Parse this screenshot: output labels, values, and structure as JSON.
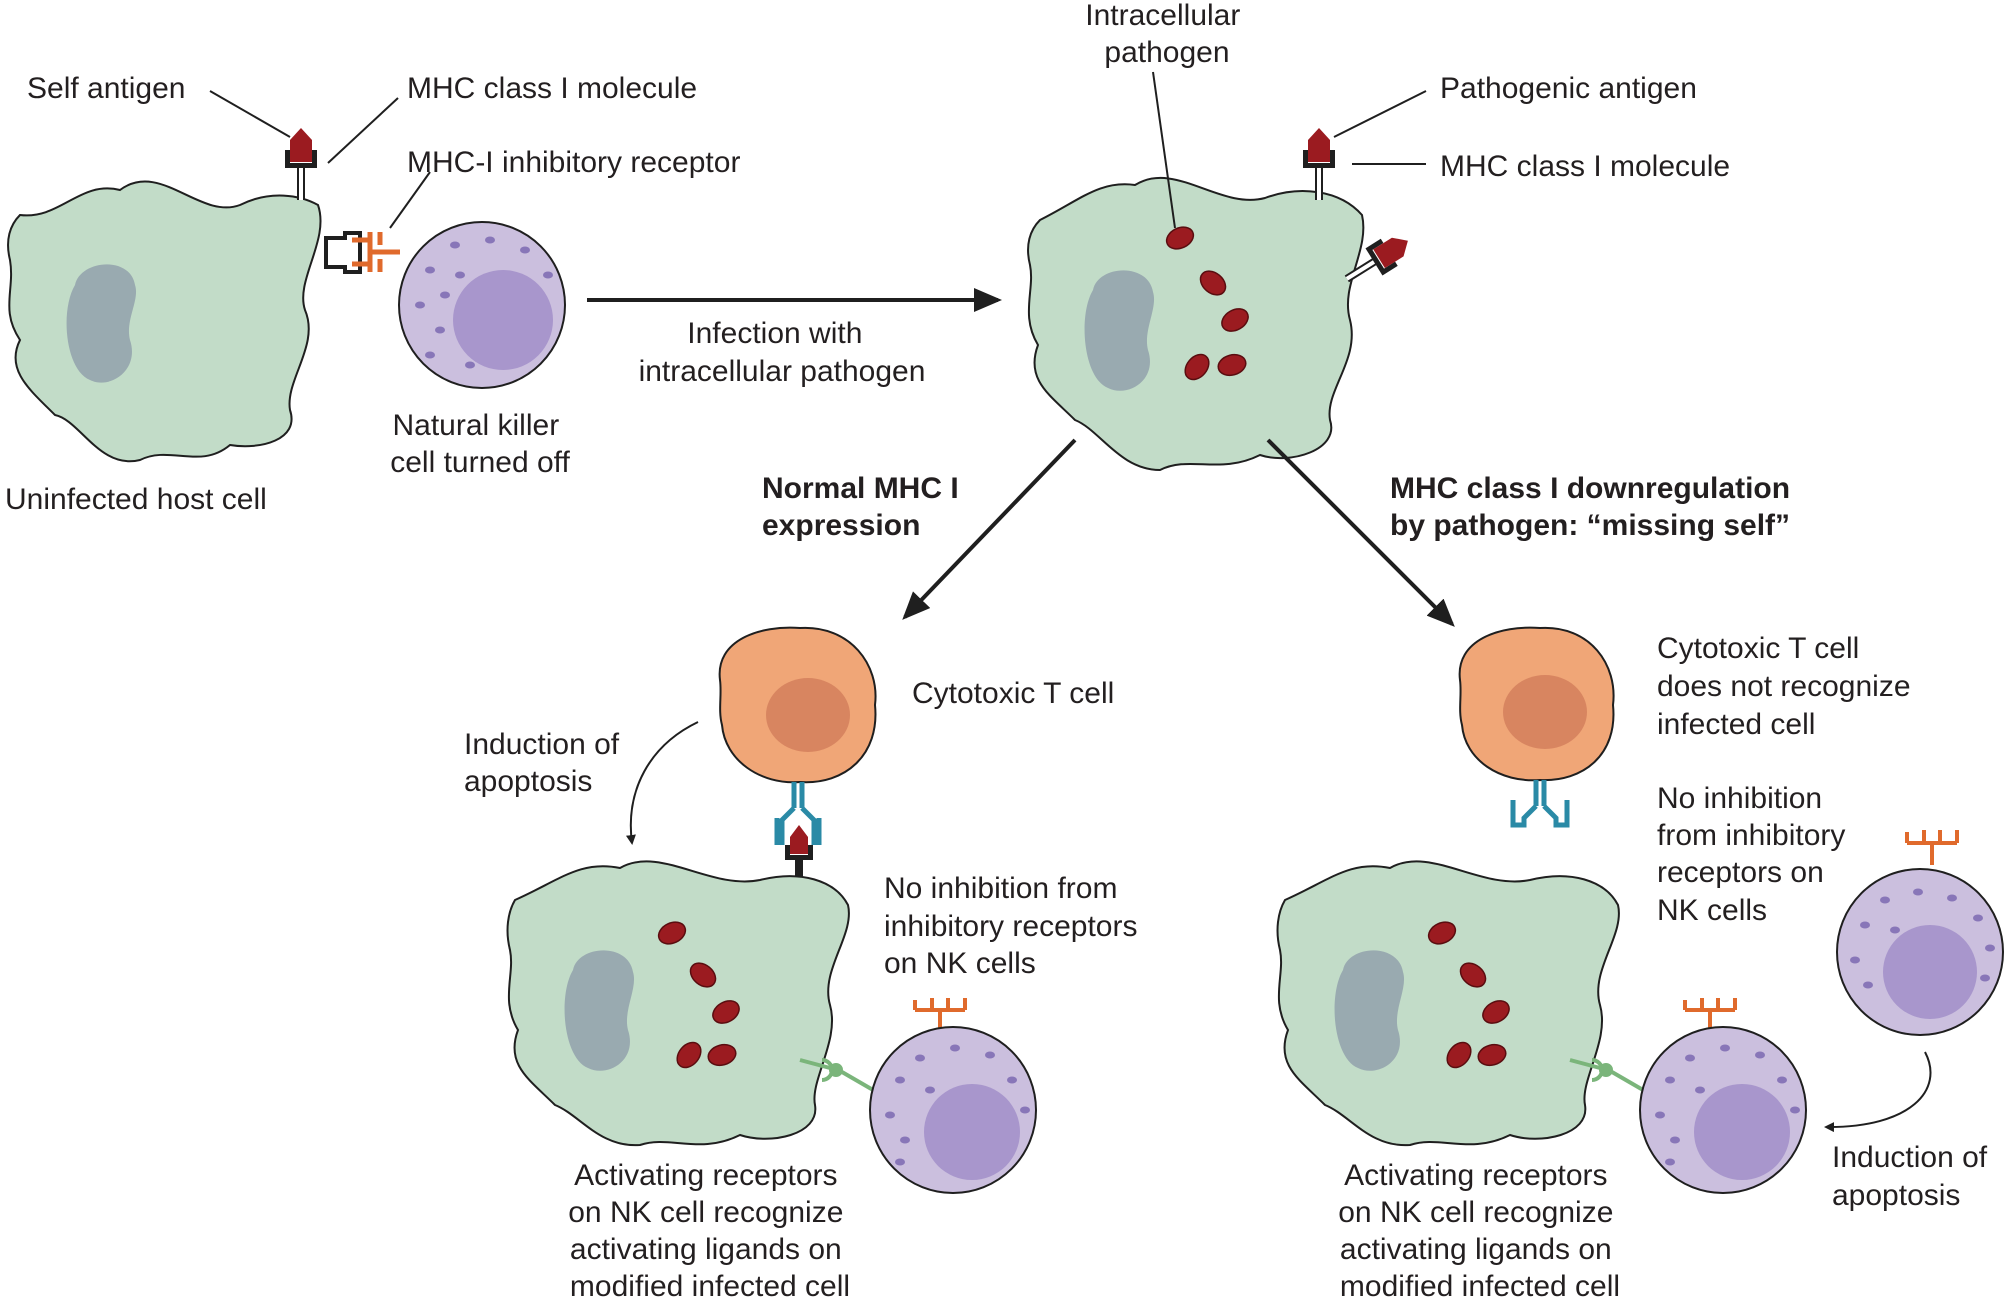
{
  "colors": {
    "host_cell": "#c2dcc8",
    "host_nucleus": "#99aab0",
    "pathogen": "#9b1b20",
    "nk_cell": "#cbbfde",
    "nk_nucleus": "#a896cc",
    "nk_granule": "#8876b8",
    "t_cell": "#f0a677",
    "t_nucleus": "#d88560",
    "inhibitory_receptor": "#e06a2c",
    "tcr": "#2a8aa6",
    "activating_receptor": "#7bb57b",
    "outline": "#1f1f1f"
  },
  "top_left": {
    "self_antigen": "Self antigen",
    "mhc_molecule": "MHC class I molecule",
    "inhibitory_receptor": "MHC-I inhibitory receptor",
    "nk_label": [
      "Natural killer",
      "cell turned off"
    ],
    "host_label": "Uninfected host cell"
  },
  "infection_arrow": [
    "Infection with",
    "intracellular pathogen"
  ],
  "top_right": {
    "intracellular_pathogen": [
      "Intracellular",
      "pathogen"
    ],
    "pathogenic_antigen": "Pathogenic antigen",
    "mhc_molecule": "MHC class I molecule"
  },
  "branch_left": {
    "title": [
      "Normal MHC I",
      "expression"
    ],
    "t_cell": "Cytotoxic T cell",
    "induction": [
      "Induction of",
      "apoptosis"
    ],
    "no_inhibition": [
      "No inhibition from",
      "inhibitory receptors",
      "on NK cells"
    ],
    "activating": [
      "Activating receptors",
      "on NK cell recognize",
      "activating ligands on",
      "modified infected cell"
    ]
  },
  "branch_right": {
    "title": [
      "MHC class I downregulation",
      "by pathogen: “missing self”"
    ],
    "t_cell": [
      "Cytotoxic T cell",
      "does not recognize",
      "infected cell"
    ],
    "no_inhibition": [
      "No inhibition",
      "from inhibitory",
      "receptors on",
      "NK cells"
    ],
    "induction": [
      "Induction of",
      "apoptosis"
    ],
    "activating": [
      "Activating receptors",
      "on NK cell recognize",
      "activating ligands on",
      "modified infected cell"
    ]
  }
}
